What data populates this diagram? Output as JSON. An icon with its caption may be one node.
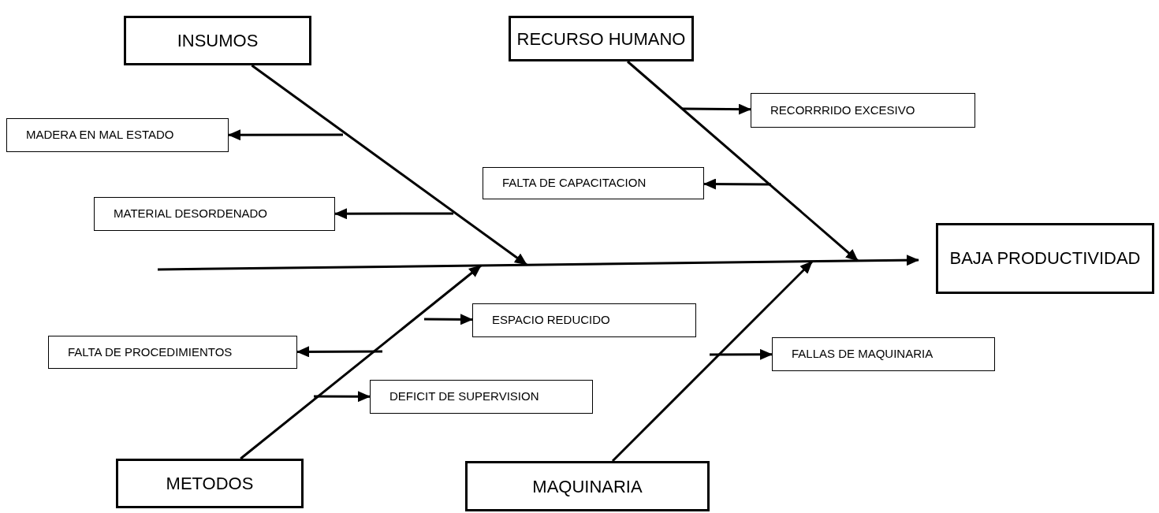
{
  "diagram": {
    "nodes": [
      {
        "text": [
          "INSUMOS"
        ]
      },
      {
        "text": [
          "RECURSO HUMANO"
        ]
      },
      {
        "text": [
          "MADERA EN MAL ESTADO"
        ]
      },
      {
        "text": [
          "RECORRRIDO EXCESIVO"
        ]
      },
      {
        "text": [
          "FALTA DE CAPACITACION"
        ]
      },
      {
        "text": [
          "MATERIAL DESORDENADO"
        ]
      },
      {
        "text": [
          "BAJA PRODUCTIVIDAD"
        ]
      },
      {
        "text": [
          "ESPACIO REDUCIDO"
        ]
      },
      {
        "text": [
          "FALTA DE PROCEDIMIENTOS"
        ]
      },
      {
        "text": [
          "FALLAS DE MAQUINARIA"
        ]
      },
      {
        "text": [
          "DEFICIT DE SUPERVISION"
        ]
      },
      {
        "text": [
          "METODOS"
        ]
      },
      {
        "text": [
          "MAQUINARIA"
        ]
      }
    ],
    "edges": [
      {
        "from": null,
        "to": 6,
        "arrow": "to"
      },
      {
        "from": 0,
        "to": null,
        "arrow": "to"
      },
      {
        "from": 1,
        "to": null,
        "arrow": "to"
      },
      {
        "from": 11,
        "to": null,
        "arrow": "to"
      },
      {
        "from": 12,
        "to": null,
        "arrow": "to"
      },
      {
        "from": null,
        "to": 2,
        "arrow": "to"
      },
      {
        "from": null,
        "to": 5,
        "arrow": "to"
      },
      {
        "from": null,
        "to": 3,
        "arrow": "to"
      },
      {
        "from": null,
        "to": 4,
        "arrow": "to"
      },
      {
        "from": null,
        "to": 7,
        "arrow": "to"
      },
      {
        "from": null,
        "to": 8,
        "arrow": "to"
      },
      {
        "from": null,
        "to": 10,
        "arrow": "to"
      },
      {
        "from": null,
        "to": 9,
        "arrow": "to"
      }
    ]
  }
}
